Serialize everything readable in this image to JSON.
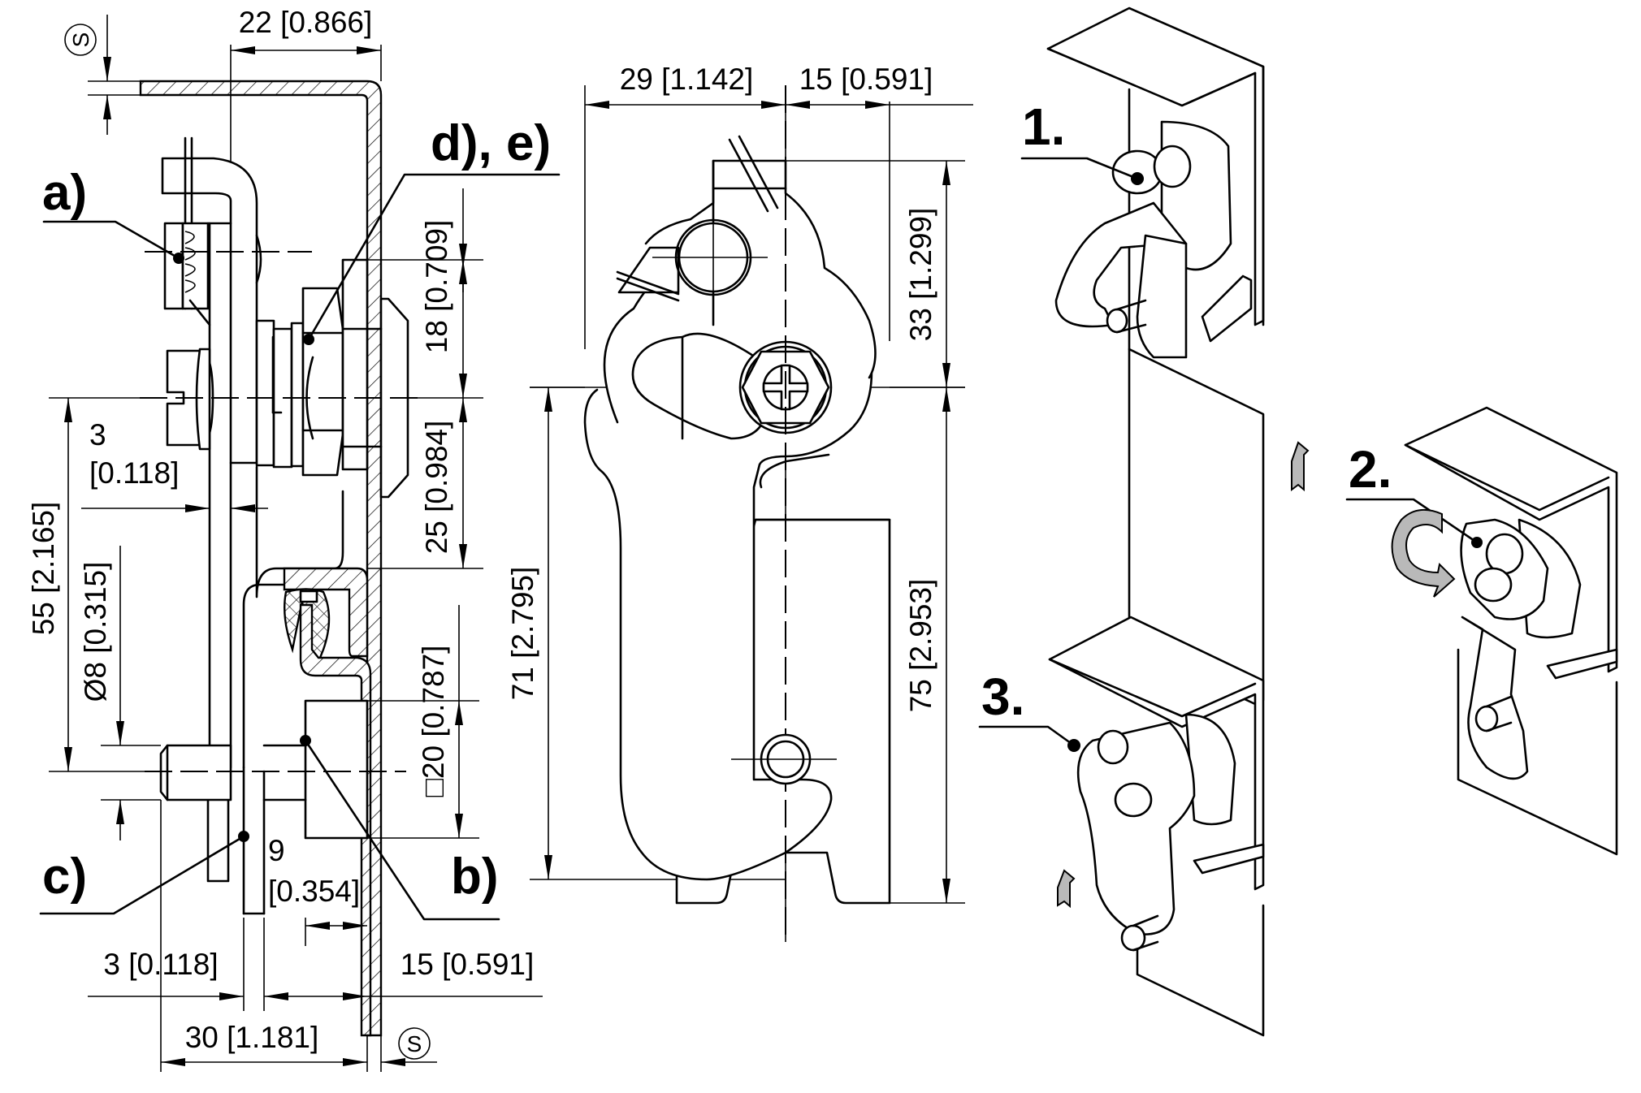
{
  "drawing": {
    "type": "technical-drawing",
    "subject": "latch / hook lock assembly",
    "colors": {
      "line": "#000000",
      "background": "#ffffff",
      "arrow_fill": "#b9b9b9"
    }
  },
  "side_view": {
    "thickness_symbol": "S",
    "dimensions": {
      "top_width": "22 [0.866]",
      "upper_height": "18 [0.709]",
      "lower_height": "25 [0.984]",
      "offset_value": "3",
      "offset_inch": "[0.118]",
      "pin_height": "55 [2.165]",
      "pin_diameter": "Ø8 [0.315]",
      "square": "□20 [0.787]",
      "gap_value": "9",
      "gap_inch": "[0.354]",
      "bottom_left": "3 [0.118]",
      "bottom_right": "15 [0.591]",
      "overall_width": "30 [1.181]"
    },
    "callouts": {
      "a": "a)",
      "b": "b)",
      "c": "c)",
      "de": "d), e)"
    }
  },
  "front_view": {
    "dimensions": {
      "left_width": "29 [1.142]",
      "right_width": "15 [0.591]",
      "upper_height": "33 [1.299]",
      "hook_height": "71 [2.795]",
      "overall_height": "75 [2.953]"
    }
  },
  "steps": [
    {
      "label": "1.",
      "action": "lift",
      "icon": "arrow-up-icon"
    },
    {
      "label": "2.",
      "action": "rotate",
      "icon": "rotate-arrow-icon"
    },
    {
      "label": "3.",
      "action": "lift",
      "icon": "arrow-up-icon"
    }
  ]
}
